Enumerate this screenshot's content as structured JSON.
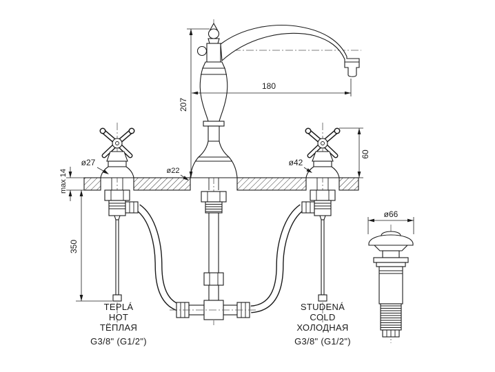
{
  "drawing": {
    "colors": {
      "line": "#1a1a1a",
      "background": "#ffffff"
    },
    "dimensions": {
      "spout_reach": "180",
      "spout_height": "207",
      "handle_height": "60",
      "handle_diameter": "ø27",
      "escutcheon_diameter": "ø42",
      "mounting_hole_diameter": "ø22",
      "deck_thickness": "max 14",
      "supply_pipe_length": "350",
      "waste_flange_diameter": "ø66"
    },
    "connection_labels": {
      "hot": {
        "czech": "TEPLÁ",
        "english": "HOT",
        "russian": "ТЁПЛАЯ",
        "thread": "G3/8\" (G1/2\")"
      },
      "cold": {
        "czech": "STUDENÁ",
        "english": "COLD",
        "russian": "ХОЛОДНАЯ",
        "thread": "G3/8\" (G1/2\")"
      }
    }
  }
}
